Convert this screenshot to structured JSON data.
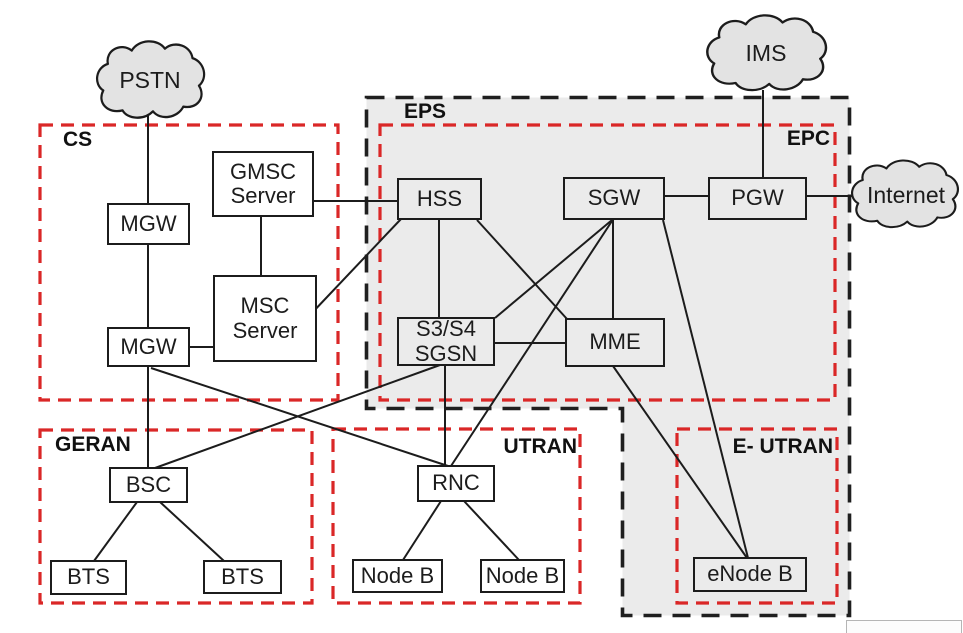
{
  "colors": {
    "background": "#ffffff",
    "eps_region_fill": "#ebebeb",
    "red_dashed_border": "#da2727",
    "black_dashed_border": "#1f1f1f",
    "line_color": "#1c1c1c",
    "cloud_fill": "#e3e3e3"
  },
  "clouds": {
    "pstn": {
      "label": "PSTN"
    },
    "ims": {
      "label": "IMS"
    },
    "internet": {
      "label": "Internet"
    }
  },
  "regions": {
    "cs": {
      "label": "CS"
    },
    "eps": {
      "label": "EPS"
    },
    "epc": {
      "label": "EPC"
    },
    "geran": {
      "label": "GERAN"
    },
    "utran": {
      "label": "UTRAN"
    },
    "eutran": {
      "label": "E- UTRAN"
    }
  },
  "nodes": {
    "mgw_top": {
      "label": "MGW"
    },
    "mgw_bottom": {
      "label": "MGW"
    },
    "gmsc": {
      "label": "GMSC\nServer"
    },
    "msc": {
      "label": "MSC\nServer"
    },
    "hss": {
      "label": "HSS"
    },
    "sgw": {
      "label": "SGW"
    },
    "pgw": {
      "label": "PGW"
    },
    "sgsn": {
      "label": "S3/S4\nSGSN"
    },
    "mme": {
      "label": "MME"
    },
    "bsc": {
      "label": "BSC"
    },
    "bts_left": {
      "label": "BTS"
    },
    "bts_right": {
      "label": "BTS"
    },
    "rnc": {
      "label": "RNC"
    },
    "nodeb_left": {
      "label": "Node B"
    },
    "nodeb_right": {
      "label": "Node B"
    },
    "enodeb": {
      "label": "eNode B"
    }
  },
  "edges": [
    {
      "from": "pstn",
      "to": "mgw_top"
    },
    {
      "from": "mgw_top",
      "to": "mgw_bottom"
    },
    {
      "from": "mgw_bottom",
      "to": "bsc"
    },
    {
      "from": "gmsc",
      "to": "msc"
    },
    {
      "from": "gmsc",
      "to": "hss"
    },
    {
      "from": "msc",
      "to": "hss"
    },
    {
      "from": "mgw_bottom",
      "to": "msc"
    },
    {
      "from": "hss",
      "to": "sgsn"
    },
    {
      "from": "hss",
      "to": "mme"
    },
    {
      "from": "sgw",
      "to": "sgsn"
    },
    {
      "from": "sgw",
      "to": "mme"
    },
    {
      "from": "sgw",
      "to": "rnc"
    },
    {
      "from": "sgw",
      "to": "enodeb"
    },
    {
      "from": "sgsn",
      "to": "mme"
    },
    {
      "from": "sgsn",
      "to": "rnc"
    },
    {
      "from": "sgsn",
      "to": "bsc"
    },
    {
      "from": "mgw_bottom",
      "to": "rnc"
    },
    {
      "from": "mme",
      "to": "enodeb"
    },
    {
      "from": "sgw",
      "to": "pgw"
    },
    {
      "from": "pgw",
      "to": "internet"
    },
    {
      "from": "ims",
      "to": "pgw"
    },
    {
      "from": "bsc",
      "to": "bts_left"
    },
    {
      "from": "bsc",
      "to": "bts_right"
    },
    {
      "from": "rnc",
      "to": "nodeb_left"
    },
    {
      "from": "rnc",
      "to": "nodeb_right"
    }
  ]
}
